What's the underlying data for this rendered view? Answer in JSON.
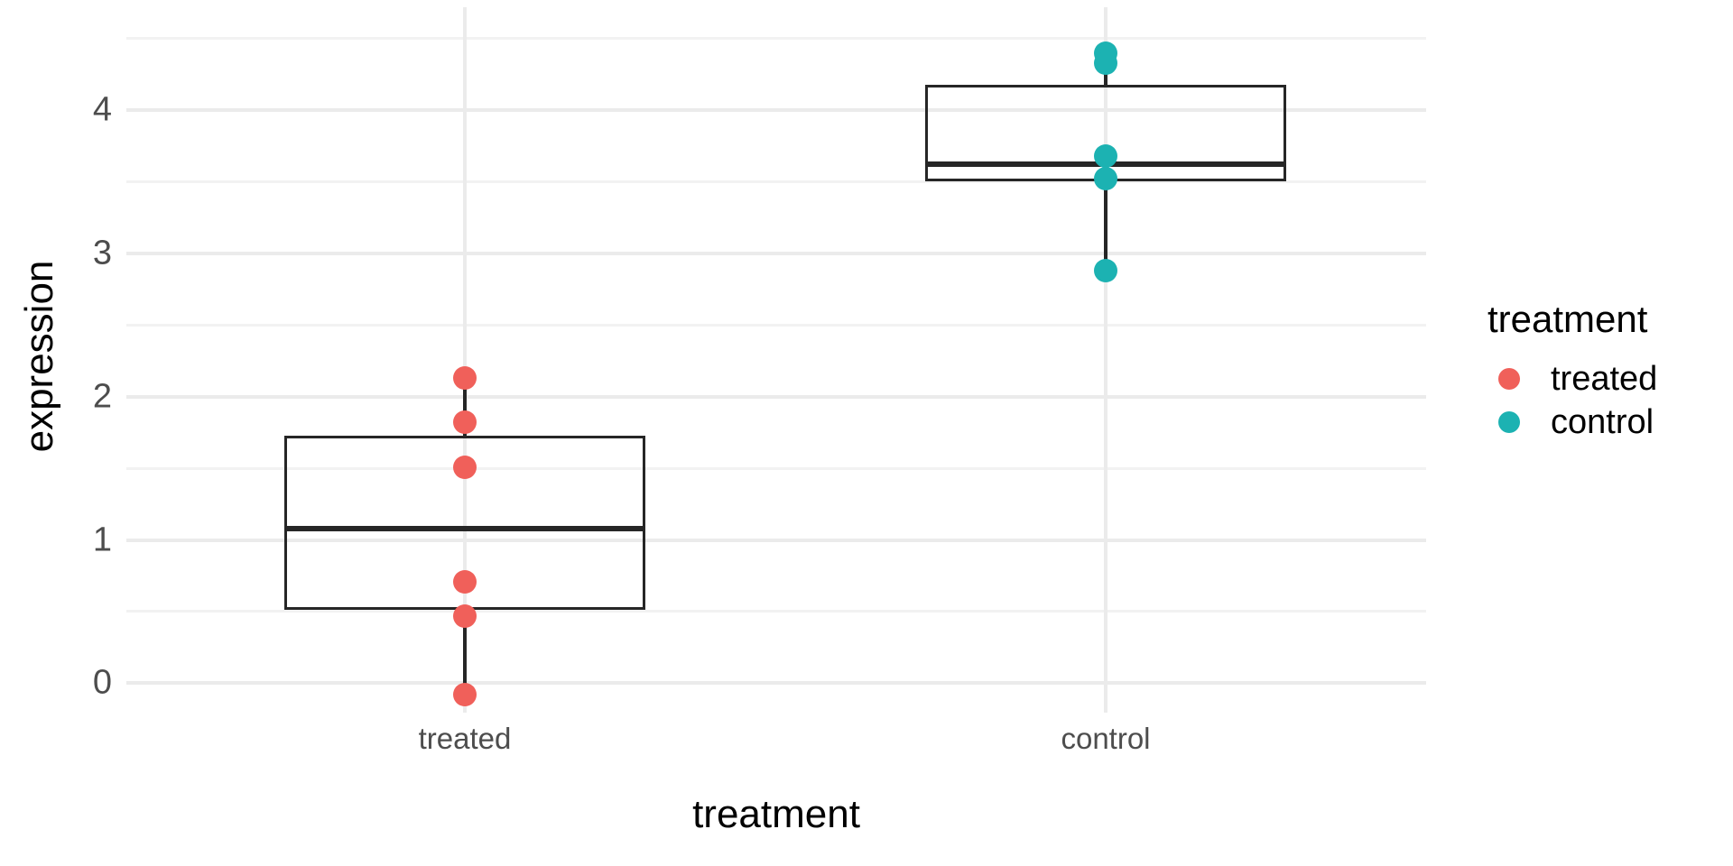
{
  "chart_data": {
    "type": "box",
    "title": "",
    "xlabel": "treatment",
    "ylabel": "expression",
    "categories": [
      "treated",
      "control"
    ],
    "y_ticks": [
      0,
      1,
      2,
      3,
      4
    ],
    "y_tick_labels": [
      "0",
      "1",
      "2",
      "3",
      "4"
    ],
    "y_minor_ticks": [
      0.5,
      1.5,
      2.5,
      3.5,
      4.5
    ],
    "ylim": [
      -0.25,
      4.6
    ],
    "grid": true,
    "legend": {
      "position": "right",
      "title": "treatment",
      "entries": [
        {
          "label": "treated",
          "color": "#F0605A"
        },
        {
          "label": "control",
          "color": "#1CB2B2"
        }
      ]
    },
    "series": [
      {
        "name": "treated",
        "color": "#F0605A",
        "box": {
          "lower_whisker": -0.08,
          "q1": 0.51,
          "median": 1.08,
          "q3": 1.73,
          "upper_whisker": 2.13
        },
        "points": [
          2.13,
          1.82,
          1.51,
          0.71,
          0.47,
          -0.08
        ]
      },
      {
        "name": "control",
        "color": "#1CB2B2",
        "box": {
          "lower_whisker": 2.88,
          "q1": 3.5,
          "median": 3.62,
          "q3": 4.18,
          "upper_whisker": 4.37
        },
        "points": [
          4.4,
          4.33,
          3.68,
          3.52,
          2.88
        ]
      }
    ]
  },
  "axes": {
    "y_title": "expression",
    "x_title": "treatment",
    "y_labels": [
      "4",
      "3",
      "2",
      "1",
      "0"
    ],
    "x_labels": [
      "treated",
      "control"
    ]
  },
  "legend": {
    "title": "treatment",
    "items": [
      {
        "label": "treated",
        "color": "#F0605A"
      },
      {
        "label": "control",
        "color": "#1CB2B2"
      }
    ]
  },
  "theme": {
    "panel_background": "#FFFFFF",
    "grid_major_color": "#EBEBEB",
    "grid_minor_color": "#F2F2F2",
    "box_line_color": "#262626",
    "tick_label_color": "#4D4D4D",
    "title_color": "#000000"
  }
}
